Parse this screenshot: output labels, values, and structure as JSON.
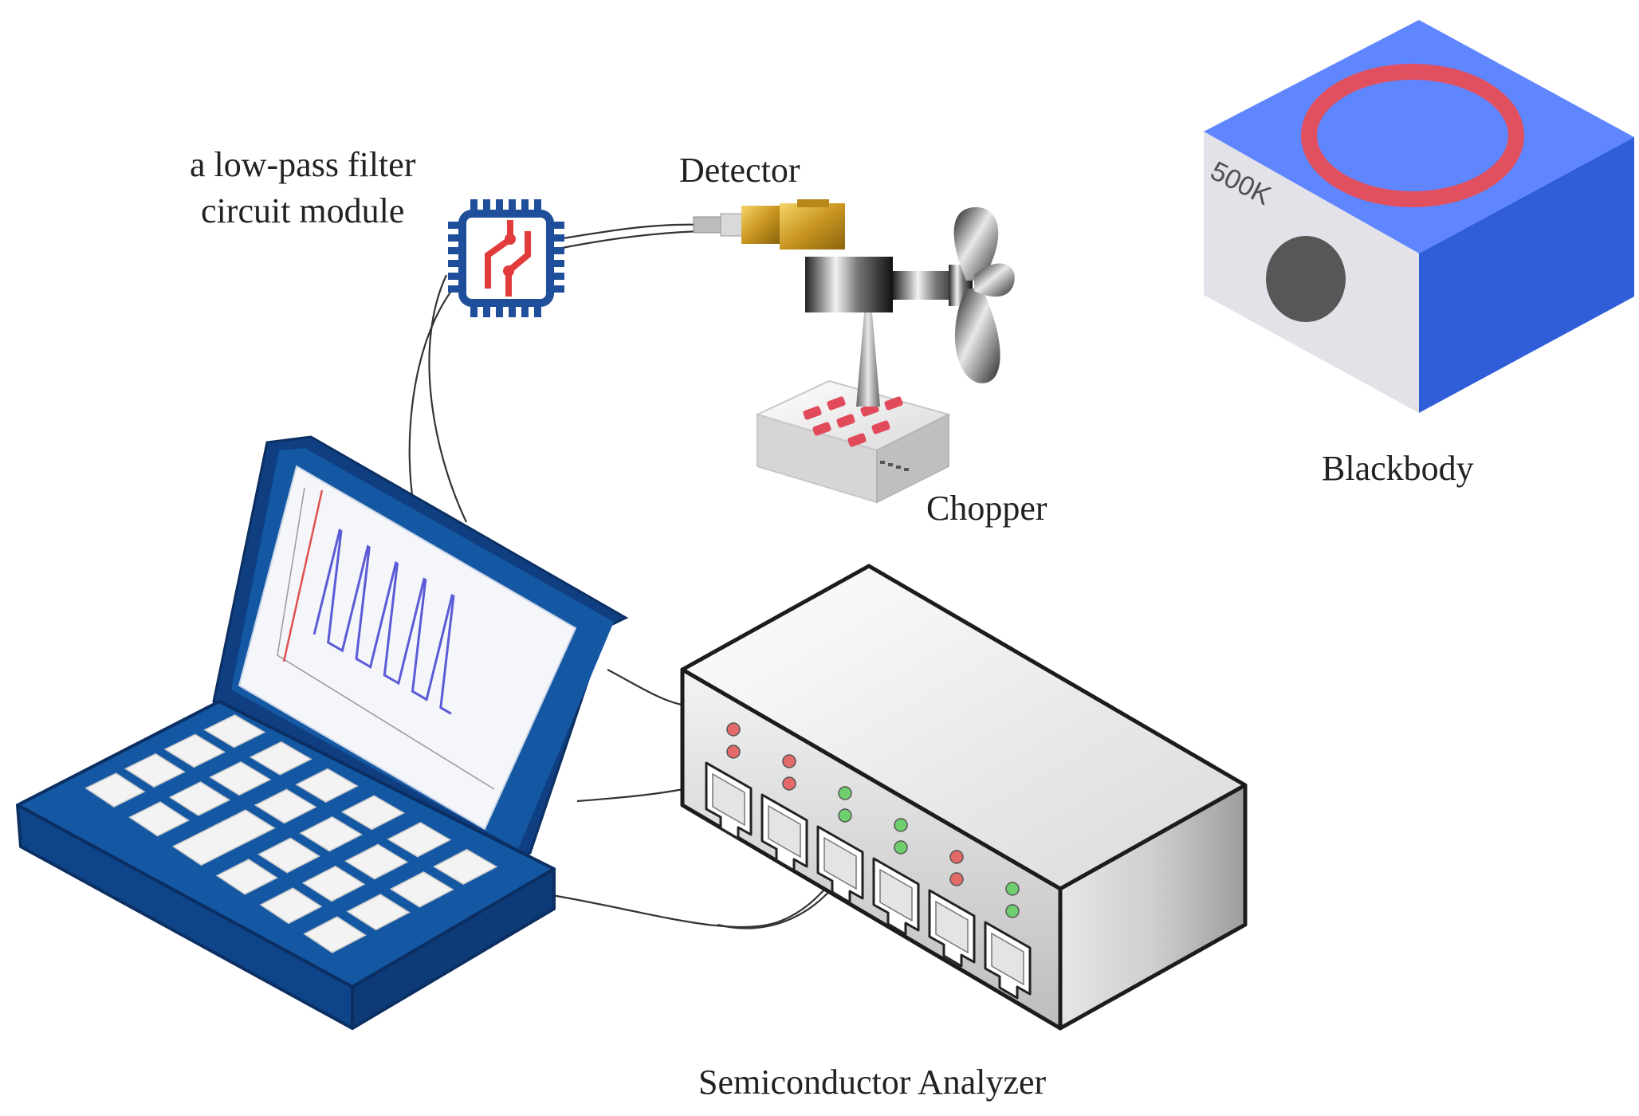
{
  "labels": {
    "filter_line1": "a low-pass filter",
    "filter_line2": "circuit module",
    "detector": "Detector",
    "chopper": "Chopper",
    "blackbody": "Blackbody",
    "blackbody_temp": "500K",
    "analyzer": "Semiconductor Analyzer"
  },
  "colors": {
    "laptop_blue": "#1457a3",
    "blackbody_blue": "#2f5ed8",
    "ring_red": "#e0505e",
    "chip_blue": "#1f4f9a",
    "chip_red": "#e23b3b",
    "led_red": "#e46a6a",
    "led_green": "#6fcf6f",
    "waveform": "#5b5bd6"
  },
  "analyzer_ports": [
    {
      "led_top": "red",
      "led_bottom": "red"
    },
    {
      "led_top": "red",
      "led_bottom": "red"
    },
    {
      "led_top": "green",
      "led_bottom": "green"
    },
    {
      "led_top": "green",
      "led_bottom": "green"
    },
    {
      "led_top": "red",
      "led_bottom": "red"
    },
    {
      "led_top": "green",
      "led_bottom": "green"
    }
  ]
}
